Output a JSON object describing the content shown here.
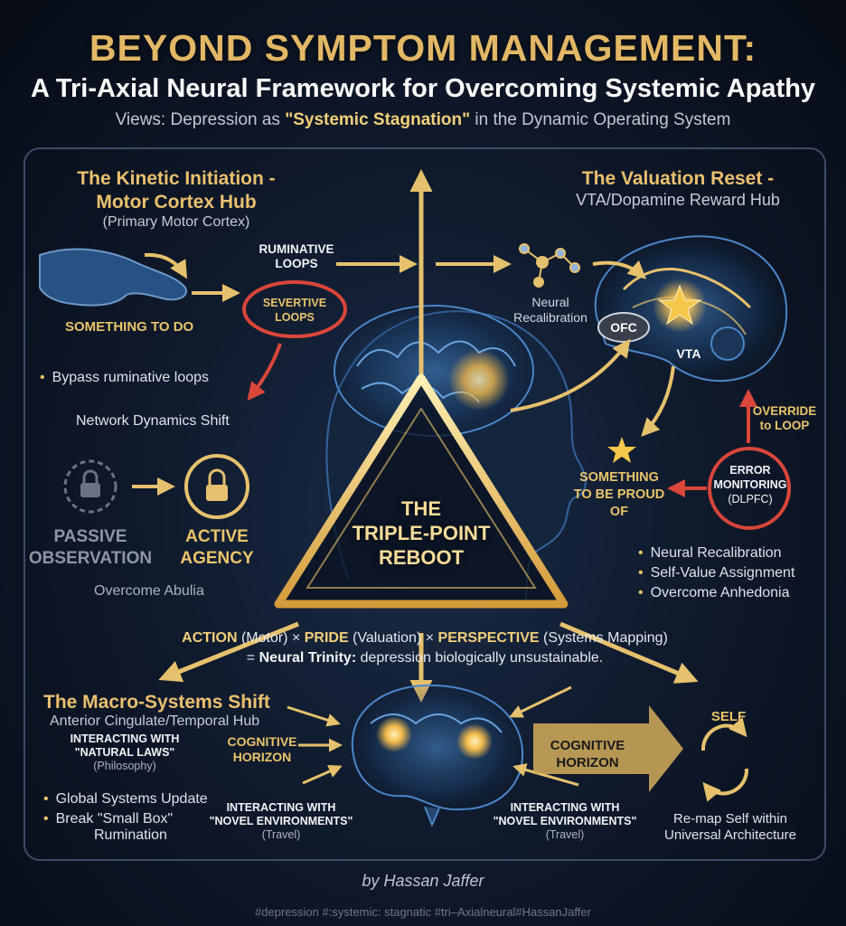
{
  "header": {
    "title": "BEYOND SYMPTOM MANAGEMENT:",
    "subtitle": "A Tri-Axial Neural Framework for Overcoming Systemic Apathy",
    "views_prefix": "Views: Depression as ",
    "views_highlight": "\"Systemic Stagnation\"",
    "views_suffix": " in the Dynamic Operating System"
  },
  "kinetic": {
    "title_line1": "The Kinetic Initiation -",
    "title_line2": "Motor Cortex Hub",
    "subtitle": "(Primary Motor Cortex)",
    "ruminative_loops": "RUMINATIVE LOOPS",
    "severtive_loops": "SEVERTIVE LOOPS",
    "something_to_do": "SOMETHING TO DO",
    "bullet": "Bypass ruminative loops",
    "network_shift": "Network Dynamics Shift",
    "passive_line1": "PASSIVE",
    "passive_line2": "OBSERVATION",
    "active_line1": "ACTIVE",
    "active_line2": "AGENCY",
    "overcome": "Overcome Abulia"
  },
  "valuation": {
    "title_line1": "The Valuation Reset -",
    "title_line2": "VTA/Dopamine Reward Hub",
    "neural_recal_line1": "Neural",
    "neural_recal_line2": "Recalibration",
    "ofc": "OFC",
    "vta": "VTA",
    "override_line1": "OVERRIDE",
    "override_line2": "to LOOP",
    "proud_line1": "SOMETHING",
    "proud_line2": "TO BE PROUD",
    "proud_line3": "OF",
    "error_line1": "ERROR",
    "error_line2": "MONITORING",
    "error_line3": "(DLPFC)",
    "bullets": [
      "Neural Recalibration",
      "Self-Value Assignment",
      "Overcome Anhedonia"
    ]
  },
  "center": {
    "line1": "THE",
    "line2": "TRIPLE-POINT",
    "line3": "REBOOT"
  },
  "equation": {
    "action": "ACTION",
    "action_rest": " (Motor) × ",
    "pride": "PRIDE",
    "pride_rest": " (Valuation) × ",
    "perspective": "PERSPECTIVE",
    "perspective_rest": " (Systems Mapping)",
    "line2_prefix": "= ",
    "trinity": "Neural Trinity:",
    "line2_rest": " depression biologically unsustainable."
  },
  "macro": {
    "title": "The Macro-Systems Shift",
    "subtitle": "Anterior Cingulate/Temporal Hub",
    "natural_line1": "INTERACTING WITH",
    "natural_line2": "\"NATURAL LAWS\"",
    "natural_sub": "(Philosophy)",
    "cognitive_left_line1": "COGNITIVE",
    "cognitive_left_line2": "HORIZON",
    "bullet1": "Global Systems Update",
    "bullet2_line1": "Break \"Small Box\"",
    "bullet2_line2": "Rumination",
    "novel_left_line1": "INTERACTING WITH",
    "novel_left_line2": "\"NOVEL ENVIRONMENTS\"",
    "novel_left_sub": "(Travel)",
    "cognitive_right_line1": "COGNITIVE",
    "cognitive_right_line2": "HORIZON",
    "novel_right_line1": "INTERACTING WITH",
    "novel_right_line2": "\"NOVEL ENVIRONMENTS\"",
    "novel_right_sub": "(Travel)",
    "self": "SELF",
    "remap_line1": "Re-map Self within",
    "remap_line2": "Universal Architecture"
  },
  "footer": {
    "author": "by Hassan Jaffer",
    "hashtags": "#depression #:systemic: stagnatic #tri–Axialneural#HassanJaffer"
  },
  "colors": {
    "gold": "#e9c46a",
    "red": "#d9463a",
    "frame": "#3d4c66",
    "brain_blue": "#3c7fc4"
  },
  "icons": [
    "hand-icon",
    "molecule-icon",
    "star-icon",
    "lock-icon",
    "cycle-arrows-icon",
    "brain-icon",
    "head-icon"
  ]
}
